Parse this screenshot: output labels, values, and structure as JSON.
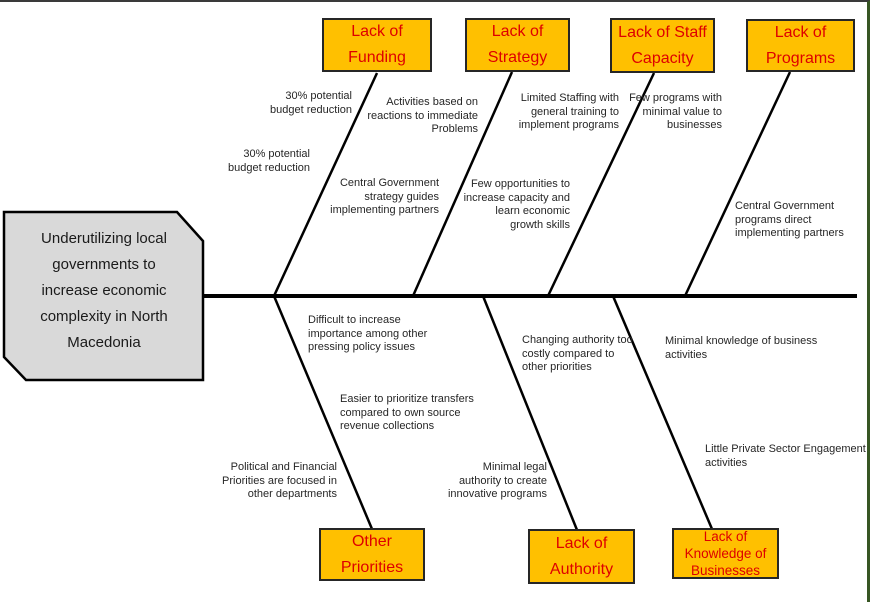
{
  "diagram": {
    "type": "fishbone",
    "problem": "Underutilizing local\ngovernments to\nincrease economic\ncomplexity in North\nMacedonia"
  },
  "colors": {
    "box_fill": "#FFC000",
    "box_border": "#262626",
    "box_text": "#DE0000",
    "head_fill": "#D9D9D9",
    "line": "#000000",
    "cause_text": "#262626",
    "page_top_border": "#3a3a3a",
    "page_right_border": "#375623"
  },
  "categories": [
    {
      "label": "Lack of\nFunding",
      "position": "top"
    },
    {
      "label": "Lack of\nStrategy",
      "position": "top"
    },
    {
      "label": "Lack of Staff\nCapacity",
      "position": "top"
    },
    {
      "label": "Lack of\nPrograms",
      "position": "top"
    },
    {
      "label": "Other\nPriorities",
      "position": "bottom"
    },
    {
      "label": "Lack of\nAuthority",
      "position": "bottom"
    },
    {
      "label": "Lack of\nKnowledge of\nBusinesses",
      "position": "bottom"
    }
  ],
  "causes": [
    {
      "category": "Lack of Funding",
      "text": "30% potential\nbudget reduction"
    },
    {
      "category": "Lack of Funding",
      "text": "30% potential\nbudget reduction"
    },
    {
      "category": "Lack of Strategy",
      "text": "Activities based on\nreactions to immediate\nProblems"
    },
    {
      "category": "Lack of Strategy",
      "text": "Central Government\nstrategy guides\nimplementing partners"
    },
    {
      "category": "Lack of Staff Capacity",
      "text": "Limited Staffing with\ngeneral training to\nimplement programs"
    },
    {
      "category": "Lack of Staff Capacity",
      "text": "Few opportunities to\nincrease capacity and\nlearn economic\ngrowth skills"
    },
    {
      "category": "Lack of Programs",
      "text": "Few programs with\nminimal value to\nbusinesses"
    },
    {
      "category": "Lack of Programs",
      "text": "Central Government\nprograms direct\nimplementing partners"
    },
    {
      "category": "Other Priorities",
      "text": "Difficult to increase\nimportance among other\npressing policy issues"
    },
    {
      "category": "Other Priorities",
      "text": "Easier to prioritize transfers\ncompared to own source\nrevenue collections"
    },
    {
      "category": "Other Priorities",
      "text": "Political and Financial\nPriorities are focused in\nother departments"
    },
    {
      "category": "Lack of Authority",
      "text": "Changing authority too\ncostly compared to\nother priorities"
    },
    {
      "category": "Lack of Authority",
      "text": "Minimal legal\nauthority to create\ninnovative programs"
    },
    {
      "category": "Lack of Knowledge of Businesses",
      "text": "Minimal knowledge of business\nactivities"
    },
    {
      "category": "Lack of Knowledge of Businesses",
      "text": "Little Private Sector Engagement\nactivities"
    }
  ]
}
